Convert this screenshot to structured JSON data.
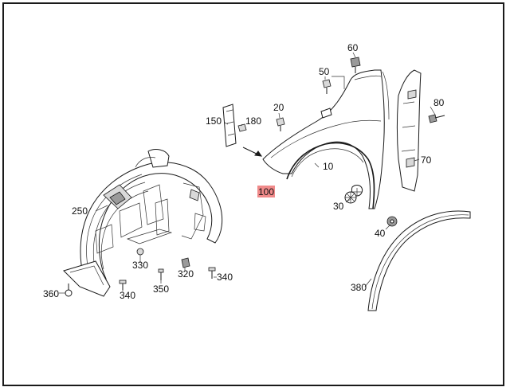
{
  "callouts": [
    {
      "id": "p60",
      "text": "60"
    },
    {
      "id": "p50",
      "text": "50"
    },
    {
      "id": "p80",
      "text": "80"
    },
    {
      "id": "p20",
      "text": "20"
    },
    {
      "id": "p150",
      "text": "150"
    },
    {
      "id": "p180",
      "text": "180"
    },
    {
      "id": "p70",
      "text": "70"
    },
    {
      "id": "p10",
      "text": "10"
    },
    {
      "id": "p100",
      "text": "100"
    },
    {
      "id": "p250",
      "text": "250"
    },
    {
      "id": "p30",
      "text": "30"
    },
    {
      "id": "p40",
      "text": "40"
    },
    {
      "id": "p330",
      "text": "330"
    },
    {
      "id": "p320",
      "text": "320"
    },
    {
      "id": "p340a",
      "text": "340"
    },
    {
      "id": "p340b",
      "text": "340"
    },
    {
      "id": "p350",
      "text": "350"
    },
    {
      "id": "p360",
      "text": "360"
    },
    {
      "id": "p380",
      "text": "380"
    }
  ],
  "colors": {
    "highlight": "#f08a8a",
    "ink": "#1a1a1a"
  }
}
